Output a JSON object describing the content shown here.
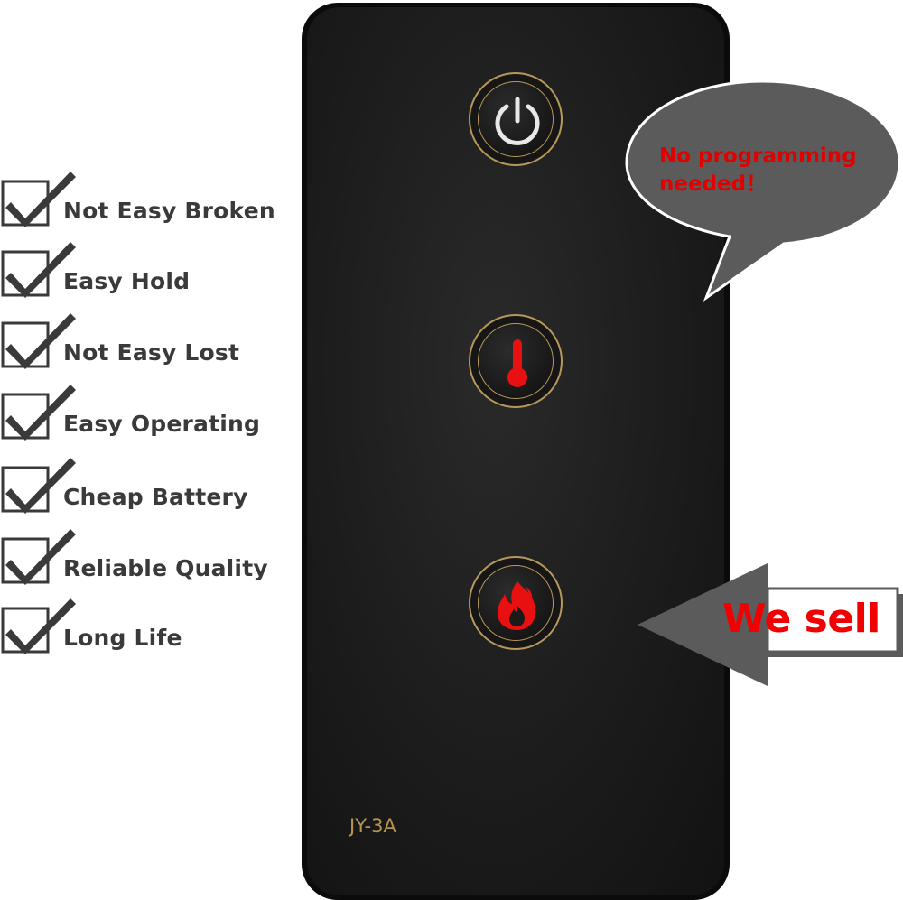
{
  "features": [
    {
      "label": "Not Easy Broken"
    },
    {
      "label": "Easy Hold"
    },
    {
      "label": "Not Easy Lost"
    },
    {
      "label": "Easy Operating"
    },
    {
      "label": "Cheap Battery"
    },
    {
      "label": "Reliable Quality"
    },
    {
      "label": "Long Life"
    }
  ],
  "remote": {
    "model": "JY-3A",
    "buttons": [
      {
        "icon": "power-icon"
      },
      {
        "icon": "thermometer-icon"
      },
      {
        "icon": "flame-icon"
      }
    ]
  },
  "callouts": {
    "bubble_text": "No programming\nneeded！",
    "arrow_text": "We sell"
  },
  "colors": {
    "remote_body": "#1c1c1c",
    "button_ring": "#b7985a",
    "accent_red": "#e10000",
    "callout_gray": "#5b5b5b",
    "feature_text": "#3a3a3a"
  }
}
